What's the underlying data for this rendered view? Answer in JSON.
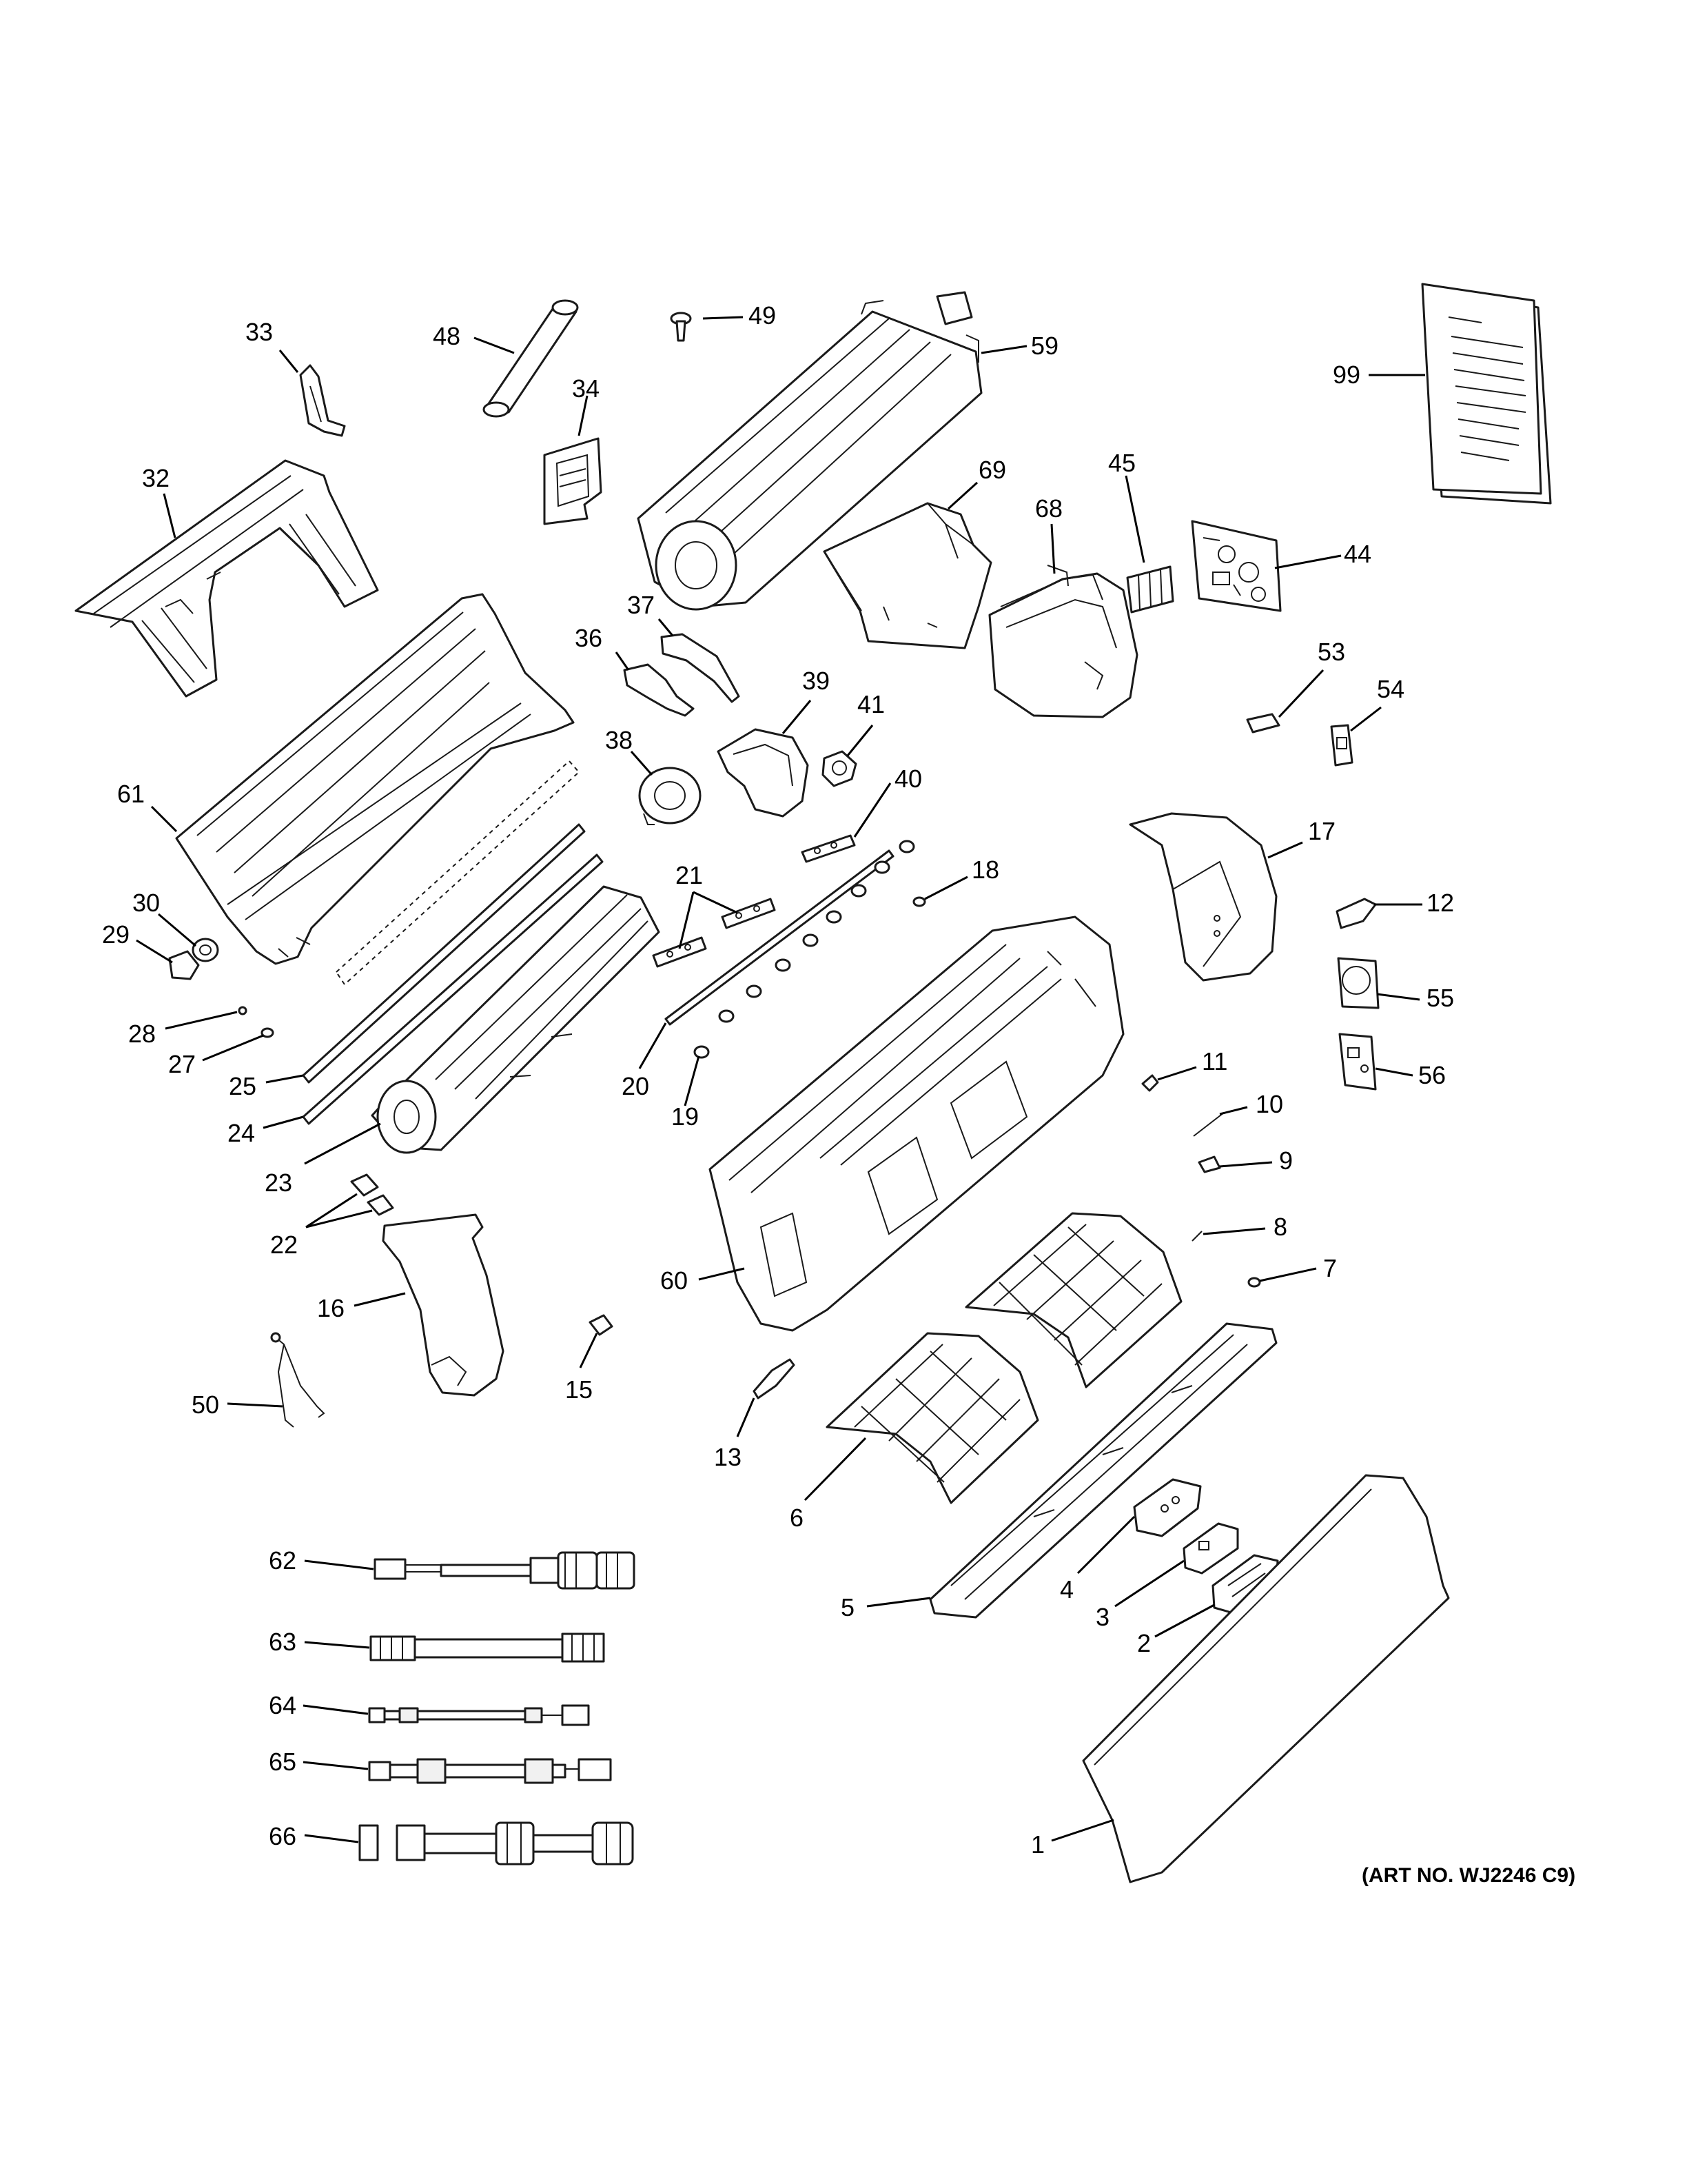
{
  "art_number": "(ART NO. WJ2246 C9)",
  "callouts": [
    "33",
    "48",
    "49",
    "59",
    "99",
    "34",
    "32",
    "45",
    "69",
    "68",
    "44",
    "37",
    "36",
    "39",
    "41",
    "53",
    "54",
    "38",
    "40",
    "17",
    "61",
    "21",
    "18",
    "12",
    "30",
    "29",
    "55",
    "28",
    "27",
    "11",
    "56",
    "25",
    "20",
    "19",
    "10",
    "24",
    "23",
    "9",
    "22",
    "8",
    "7",
    "60",
    "16",
    "15",
    "50",
    "13",
    "6",
    "62",
    "4",
    "3",
    "5",
    "2",
    "63",
    "64",
    "65",
    "66",
    "1"
  ],
  "colors": {
    "line": "#1a1a1a",
    "part_fill": "#ffffff",
    "shade_fill": "#f1f1f1",
    "background": "#ffffff"
  }
}
